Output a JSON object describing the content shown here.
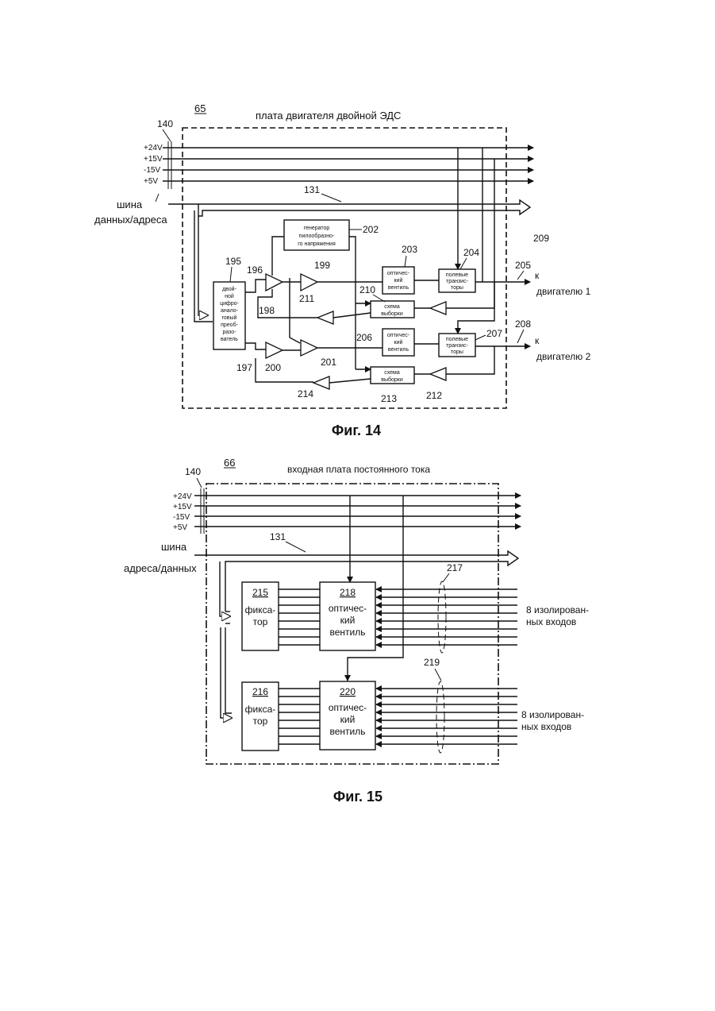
{
  "fig14": {
    "caption": "Фиг. 14",
    "board_ref": "65",
    "title": "плата двигателя двойной ЭДС",
    "bus_ref": "140",
    "rails": [
      "+24V",
      "+15V",
      "-15V",
      "+5V"
    ],
    "bus_label_1": "шина",
    "bus_label_2": "данных/адреса",
    "bus_number": "131",
    "generator": [
      "генератор",
      "пилообразно-",
      "го напряжения"
    ],
    "generator_ref": "202",
    "dac": [
      "двой-",
      "ной",
      "цифро-",
      "анало-",
      "говый",
      "преоб-",
      "разо-",
      "ватель"
    ],
    "opto": [
      "оптичес-",
      "кий",
      "вентиль"
    ],
    "fet": [
      "полевые",
      "транзис-",
      "торы"
    ],
    "sample": [
      "схема",
      "выборки"
    ],
    "refs": {
      "r195": "195",
      "r196": "196",
      "r197": "197",
      "r198": "198",
      "r199": "199",
      "r200": "200",
      "r201": "201",
      "r203": "203",
      "r204": "204",
      "r205": "205",
      "r206": "206",
      "r207": "207",
      "r208": "208",
      "r209": "209",
      "r210": "210",
      "r211": "211",
      "r212": "212",
      "r213": "213",
      "r214": "214"
    },
    "motor1": [
      "к",
      "двигателю 1"
    ],
    "motor2": [
      "к",
      "двигателю 2"
    ]
  },
  "fig15": {
    "caption": "Фиг. 15",
    "board_ref": "66",
    "title": "входная плата постоянного тока",
    "bus_ref": "140",
    "rails": [
      "+24V",
      "+15V",
      "-15V",
      "+5V"
    ],
    "bus_label_1": "шина",
    "bus_label_2": "адреса/данных",
    "bus_number": "131",
    "latch1_ref": "215",
    "latch2_ref": "216",
    "latch": [
      "фикса-",
      "тор"
    ],
    "opto1_ref": "218",
    "opto2_ref": "220",
    "opto": [
      "оптичес-",
      "кий",
      "вентиль"
    ],
    "group1_ref": "217",
    "group2_ref": "219",
    "inputs": [
      "8 изолирован-",
      "ных входов"
    ]
  }
}
